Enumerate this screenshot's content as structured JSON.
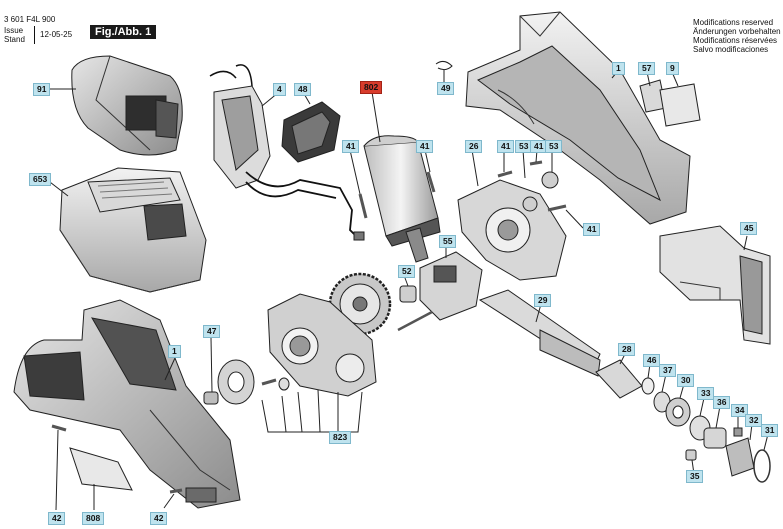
{
  "header": {
    "part_number": "3 601 F4L 900",
    "issue_label": "Issue",
    "stand_label": "Stand",
    "date": "12-05-25",
    "figure_label": "Fig./Abb. 1"
  },
  "notice": [
    "Modifications reserved",
    "Änderungen vorbehalten",
    "Modifications réservées",
    "Salvo modificaciones"
  ],
  "callouts": [
    {
      "id": "c91",
      "label": "91"
    },
    {
      "id": "c653",
      "label": "653"
    },
    {
      "id": "c4",
      "label": "4"
    },
    {
      "id": "c48",
      "label": "48"
    },
    {
      "id": "c802",
      "label": "802",
      "highlight": true
    },
    {
      "id": "c49",
      "label": "49"
    },
    {
      "id": "c1a",
      "label": "1"
    },
    {
      "id": "c57",
      "label": "57"
    },
    {
      "id": "c9",
      "label": "9"
    },
    {
      "id": "c41a",
      "label": "41"
    },
    {
      "id": "c41b",
      "label": "41"
    },
    {
      "id": "c26",
      "label": "26"
    },
    {
      "id": "c41c",
      "label": "41"
    },
    {
      "id": "c53a",
      "label": "53"
    },
    {
      "id": "c41d",
      "label": "41"
    },
    {
      "id": "c53b",
      "label": "53"
    },
    {
      "id": "c41e",
      "label": "41"
    },
    {
      "id": "c45",
      "label": "45"
    },
    {
      "id": "c55",
      "label": "55"
    },
    {
      "id": "c52",
      "label": "52"
    },
    {
      "id": "c29",
      "label": "29"
    },
    {
      "id": "c47",
      "label": "47"
    },
    {
      "id": "c1b",
      "label": "1"
    },
    {
      "id": "c28",
      "label": "28"
    },
    {
      "id": "c46",
      "label": "46"
    },
    {
      "id": "c37",
      "label": "37"
    },
    {
      "id": "c30",
      "label": "30"
    },
    {
      "id": "c33",
      "label": "33"
    },
    {
      "id": "c36",
      "label": "36"
    },
    {
      "id": "c34",
      "label": "34"
    },
    {
      "id": "c32",
      "label": "32"
    },
    {
      "id": "c31",
      "label": "31"
    },
    {
      "id": "c823",
      "label": "823"
    },
    {
      "id": "c35",
      "label": "35"
    },
    {
      "id": "c42a",
      "label": "42"
    },
    {
      "id": "c808",
      "label": "808"
    },
    {
      "id": "c42b",
      "label": "42"
    }
  ]
}
